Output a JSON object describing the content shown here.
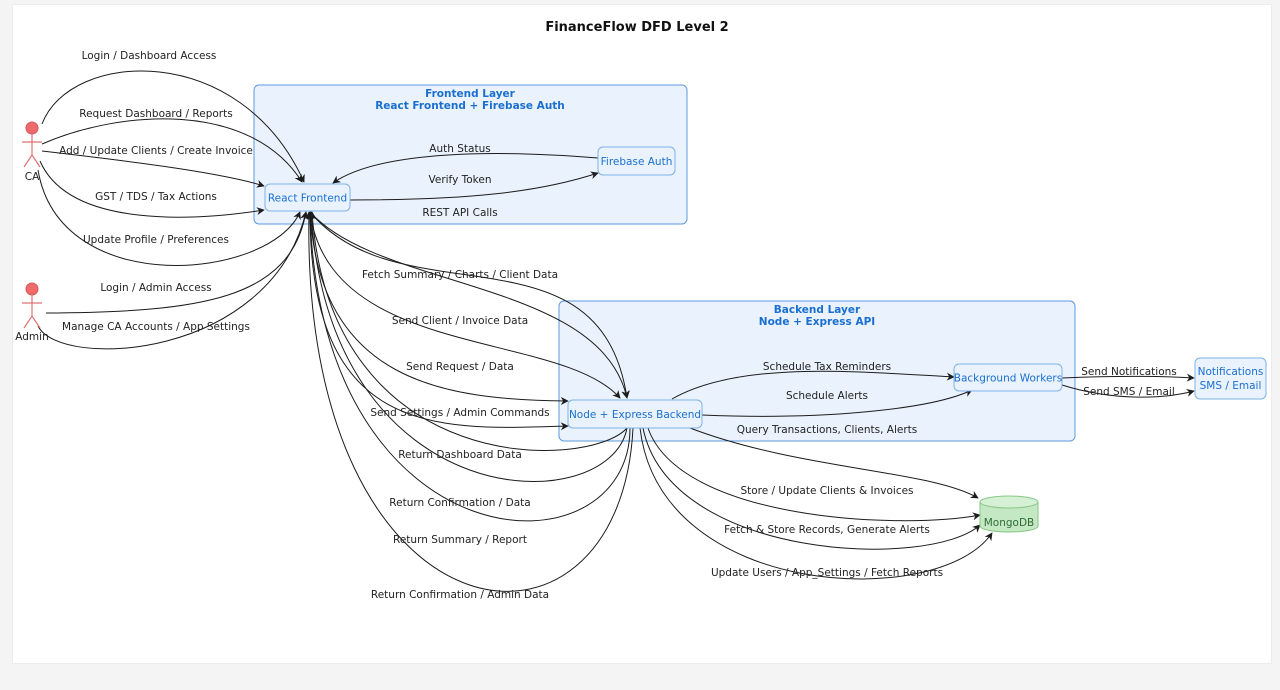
{
  "diagram": {
    "title": "FinanceFlow DFD Level 2",
    "colors": {
      "cluster_fill": "#eaf3fd",
      "cluster_stroke": "#5b9ae0",
      "node_fill": "#eaf3fd",
      "node_stroke": "#7fb1e6",
      "node_text": "#1a6fd0",
      "db_fill": "#c5e8c4",
      "db_stroke": "#86c785",
      "actor_head": "#ef6b6b",
      "actor_body": "#e07474"
    },
    "clusters": {
      "frontend": {
        "title_line1": "Frontend Layer",
        "title_line2": "React Frontend + Firebase Auth"
      },
      "backend": {
        "title_line1": "Backend Layer",
        "title_line2": "Node + Express API"
      }
    },
    "actors": {
      "ca": "CA",
      "admin": "Admin"
    },
    "nodes": {
      "react": "React Frontend",
      "firebase": "Firebase Auth",
      "node_backend": "Node + Express Backend",
      "workers": "Background Workers",
      "notifications_line1": "Notifications",
      "notifications_line2": "SMS / Email",
      "mongodb": "MongoDB"
    },
    "edges": {
      "ca_login": "Login / Dashboard Access",
      "ca_request": "Request Dashboard / Reports",
      "ca_add": "Add / Update Clients / Create Invoice",
      "ca_gst": "GST / TDS / Tax Actions",
      "ca_profile": "Update Profile / Preferences",
      "admin_login": "Login / Admin Access",
      "admin_manage": "Manage CA Accounts / App Settings",
      "auth_status": "Auth Status",
      "verify_token": "Verify Token",
      "rest_api": "REST API Calls",
      "fetch_summary": "Fetch Summary / Charts / Client Data",
      "send_client": "Send Client / Invoice Data",
      "send_request": "Send Request / Data",
      "send_settings": "Send Settings / Admin Commands",
      "return_dashboard": "Return Dashboard Data",
      "return_confirmation": "Return Confirmation / Data",
      "return_summary": "Return Summary / Report",
      "return_admin": "Return Confirmation / Admin Data",
      "schedule_tax": "Schedule Tax Reminders",
      "schedule_alerts": "Schedule Alerts",
      "query_transactions": "Query Transactions, Clients, Alerts",
      "send_notifications": "Send Notifications",
      "send_sms": "Send SMS / Email",
      "store_update": "Store / Update Clients & Invoices",
      "fetch_store": "Fetch & Store Records, Generate Alerts",
      "update_users": "Update Users / App_Settings / Fetch Reports"
    }
  }
}
